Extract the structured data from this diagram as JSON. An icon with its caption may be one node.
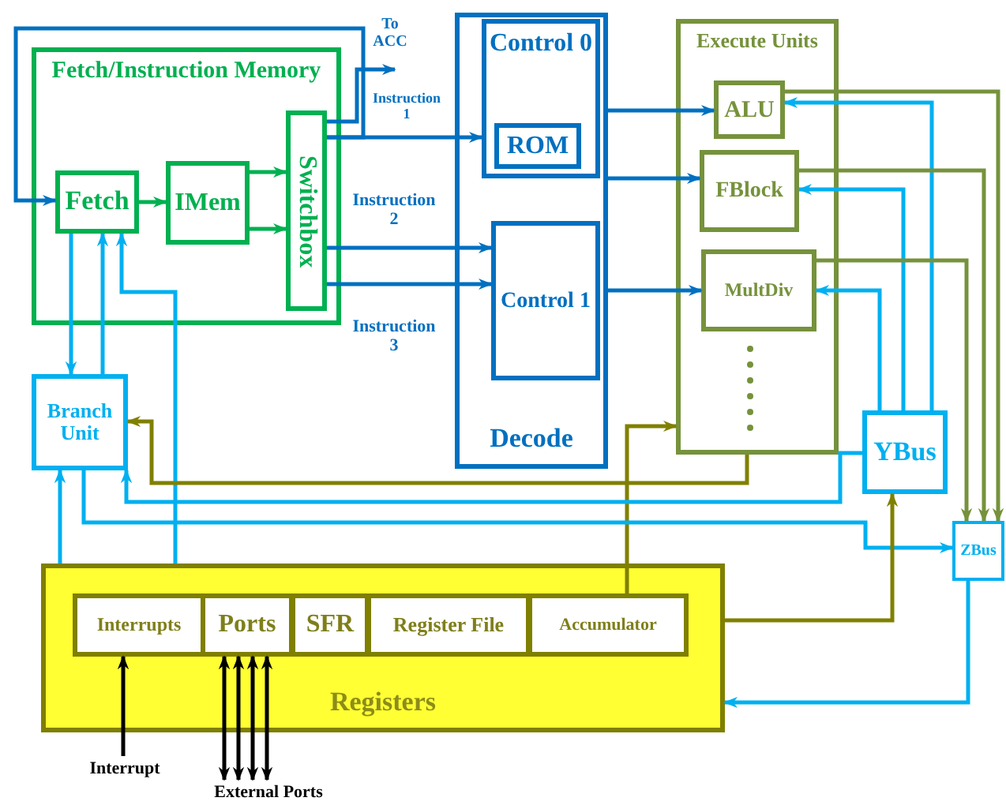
{
  "diagram": {
    "nodes": [
      {
        "text": [
          "Fetch/Instruction Memory"
        ]
      },
      {
        "text": [
          "Fetch"
        ],
        "in": 0
      },
      {
        "text": [
          "IMem"
        ],
        "in": 0
      },
      {
        "text": [
          "Switchbox"
        ],
        "in": 0
      },
      {
        "text": [
          "Decode"
        ]
      },
      {
        "text": [
          "Control 0"
        ],
        "in": 4
      },
      {
        "text": [
          "ROM"
        ],
        "in": 5
      },
      {
        "text": [
          "Control 1"
        ],
        "in": 4
      },
      {
        "text": [
          "Execute Units"
        ]
      },
      {
        "text": [
          "ALU"
        ],
        "in": 8
      },
      {
        "text": [
          "FBlock"
        ],
        "in": 8
      },
      {
        "text": [
          "MultDiv"
        ],
        "in": 8
      },
      {
        "text": [
          "Branch Unit"
        ]
      },
      {
        "text": [
          "YBus"
        ]
      },
      {
        "text": [
          "ZBus"
        ]
      },
      {
        "text": [
          "Registers"
        ]
      },
      {
        "text": [
          "Interrupts"
        ],
        "in": 15
      },
      {
        "text": [
          "Ports"
        ],
        "in": 15
      },
      {
        "text": [
          "SFR"
        ],
        "in": 15
      },
      {
        "text": [
          "Register File"
        ],
        "in": 15
      },
      {
        "text": [
          "Accumulator"
        ],
        "in": 15
      },
      {
        "text": [
          "Interrupt"
        ]
      },
      {
        "text": [
          "External Ports"
        ]
      }
    ],
    "edges": [
      {
        "from": 3,
        "to": 1,
        "arrow": "to",
        "color": "#0070c0"
      },
      {
        "from": 1,
        "to": 2,
        "arrow": "to",
        "color": "#00b050"
      },
      {
        "from": 2,
        "to": 3,
        "arrow": "to",
        "color": "#00b050"
      },
      {
        "from": 2,
        "to": 3,
        "arrow": "to",
        "color": "#00b050"
      },
      {
        "from": 3,
        "to": null,
        "arrow": "to",
        "label": "To ACC",
        "color": "#0070c0"
      },
      {
        "from": 3,
        "to": 5,
        "arrow": "to",
        "label": "Instruction 1",
        "color": "#0070c0"
      },
      {
        "from": 3,
        "to": 7,
        "arrow": "to",
        "label": "Instruction 2",
        "color": "#0070c0"
      },
      {
        "from": 3,
        "to": 7,
        "arrow": "to",
        "label": "Instruction 3",
        "color": "#0070c0"
      },
      {
        "from": 4,
        "to": 9,
        "arrow": "to",
        "color": "#0070c0"
      },
      {
        "from": 4,
        "to": 10,
        "arrow": "to",
        "color": "#0070c0"
      },
      {
        "from": 4,
        "to": 11,
        "arrow": "to",
        "color": "#0070c0"
      },
      {
        "from": 1,
        "to": 12,
        "arrow": "to"
      },
      {
        "from": 12,
        "to": 1,
        "arrow": "to"
      },
      {
        "from": 15,
        "to": 1,
        "arrow": "to"
      },
      {
        "from": 15,
        "to": 12,
        "arrow": "to"
      },
      {
        "from": 8,
        "to": 12,
        "arrow": "to",
        "color": "#808000"
      },
      {
        "from": 20,
        "to": 8,
        "arrow": "to",
        "color": "#808000"
      },
      {
        "from": 13,
        "to": 12,
        "arrow": "to"
      },
      {
        "from": 12,
        "to": 14,
        "arrow": "to"
      },
      {
        "from": 15,
        "to": 13,
        "arrow": "to",
        "color": "#808000"
      },
      {
        "from": 14,
        "to": 15,
        "arrow": "to"
      },
      {
        "from": 13,
        "to": 9,
        "arrow": "to"
      },
      {
        "from": 13,
        "to": 10,
        "arrow": "to"
      },
      {
        "from": 13,
        "to": 11,
        "arrow": "to"
      },
      {
        "from": 9,
        "to": 14,
        "arrow": "to",
        "color": "#76923c"
      },
      {
        "from": 10,
        "to": 14,
        "arrow": "to",
        "color": "#76923c"
      },
      {
        "from": 11,
        "to": 14,
        "arrow": "to",
        "color": "#76923c"
      },
      {
        "from": 21,
        "to": 16,
        "arrow": "to",
        "color": "#000000"
      },
      {
        "from": 22,
        "to": 17,
        "arrow": "both",
        "color": "#000000"
      },
      {
        "from": 22,
        "to": 17,
        "arrow": "both",
        "color": "#000000"
      },
      {
        "from": 22,
        "to": 17,
        "arrow": "both",
        "color": "#000000"
      },
      {
        "from": 22,
        "to": 17,
        "arrow": "both",
        "color": "#000000"
      }
    ]
  }
}
